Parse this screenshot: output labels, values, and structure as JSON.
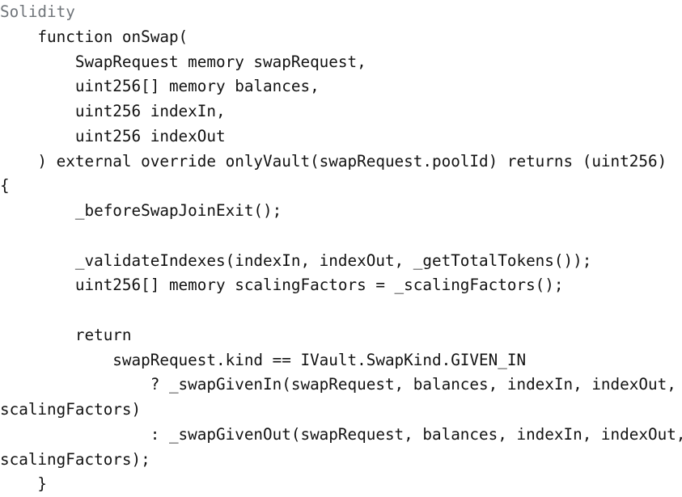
{
  "code": {
    "language_label": "Solidity",
    "colors": {
      "background": "#ffffff",
      "label": "#70757a",
      "text": "#121212"
    },
    "lines": [
      "    function onSwap(",
      "        SwapRequest memory swapRequest,",
      "        uint256[] memory balances,",
      "        uint256 indexIn,",
      "        uint256 indexOut",
      "    ) external override onlyVault(swapRequest.poolId) returns (uint256)",
      "{",
      "        _beforeSwapJoinExit();",
      "",
      "        _validateIndexes(indexIn, indexOut, _getTotalTokens());",
      "        uint256[] memory scalingFactors = _scalingFactors();",
      "",
      "        return",
      "            swapRequest.kind == IVault.SwapKind.GIVEN_IN",
      "                ? _swapGivenIn(swapRequest, balances, indexIn, indexOut,",
      "scalingFactors)",
      "                : _swapGivenOut(swapRequest, balances, indexIn, indexOut,",
      "scalingFactors);",
      "    }"
    ]
  }
}
